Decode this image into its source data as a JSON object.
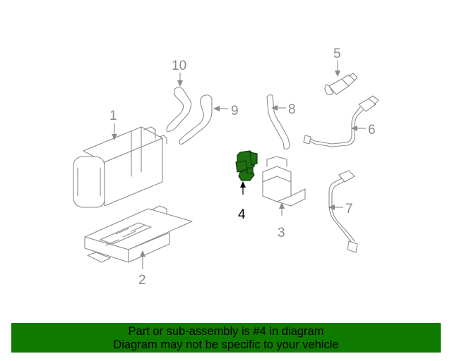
{
  "diagram": {
    "callouts": {
      "c1": "1",
      "c2": "2",
      "c3": "3",
      "c4": "4",
      "c5": "5",
      "c6": "6",
      "c7": "7",
      "c8": "8",
      "c9": "9",
      "c10": "10"
    },
    "highlighted_part": "4",
    "colors": {
      "line": "#8a8a8a",
      "highlight_part": "#1f6e12",
      "banner": "#0f7a00"
    }
  },
  "banner": {
    "line1": "Part or sub-assembly is #4 in diagram",
    "line2": "Diagram may not be specific to your vehicle"
  }
}
